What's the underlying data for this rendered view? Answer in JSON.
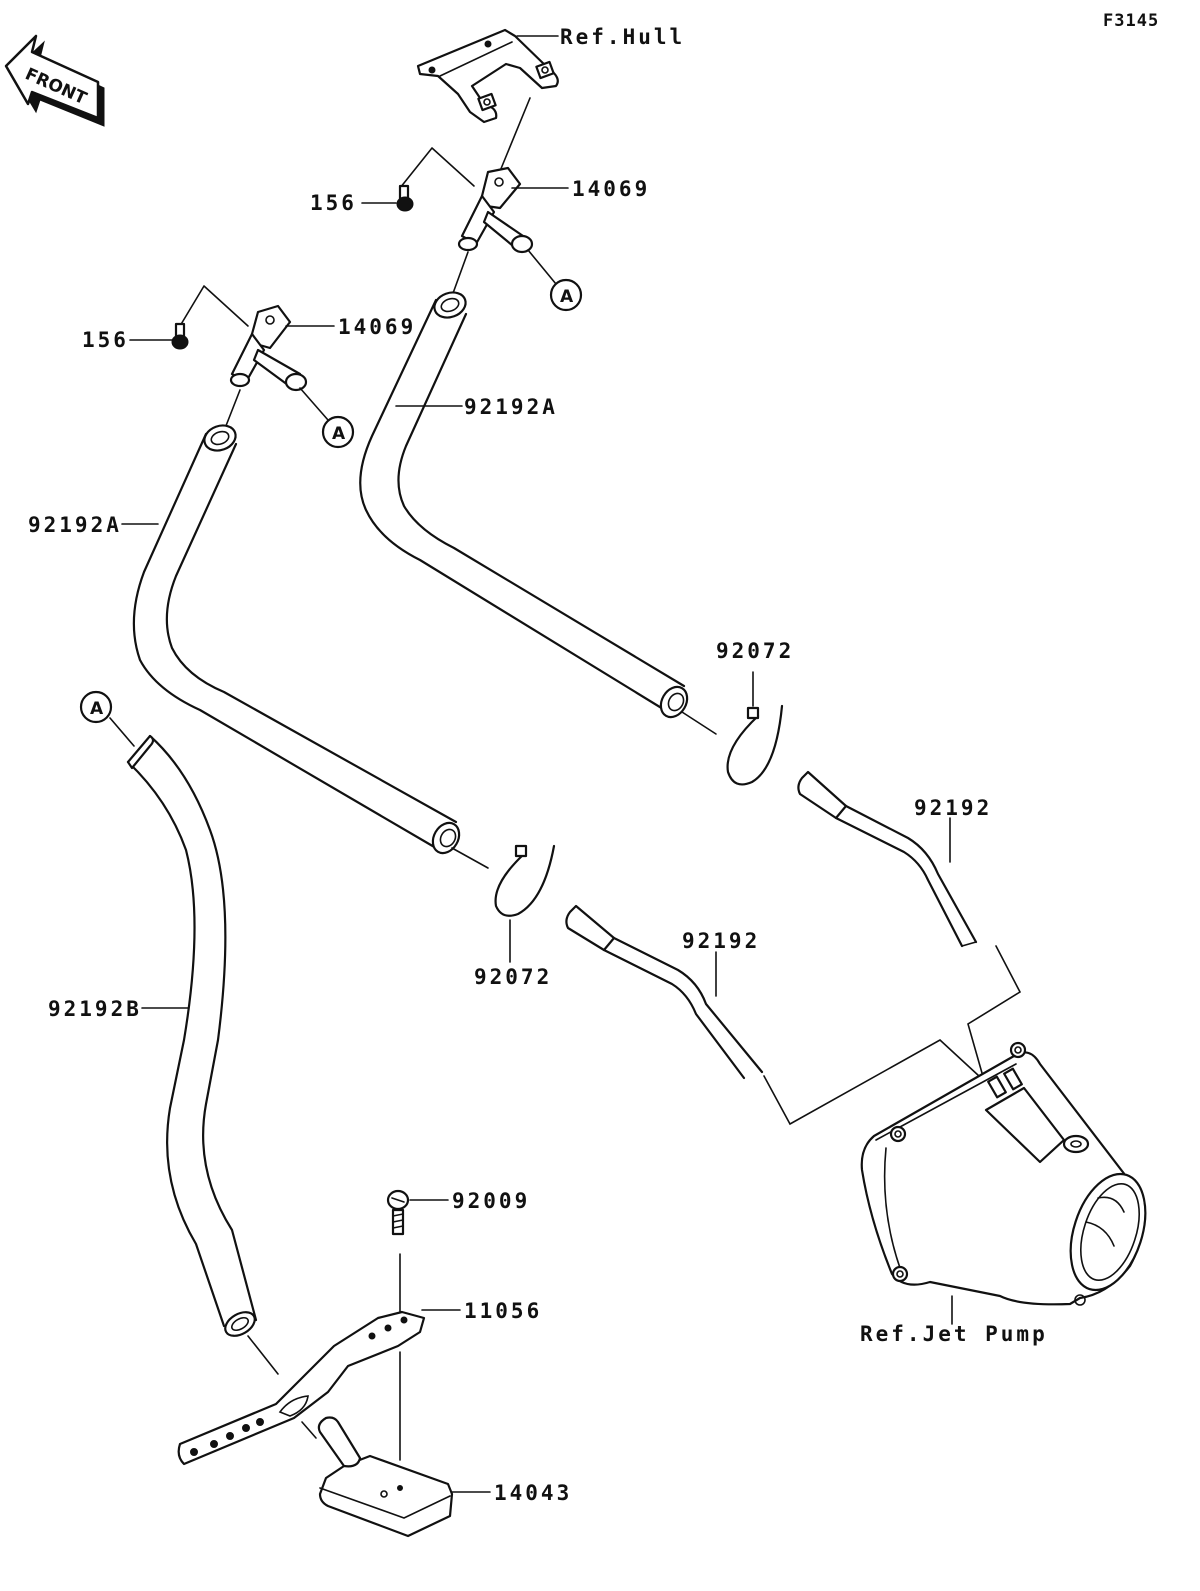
{
  "diagram": {
    "code": "F3145",
    "orientation": "FRONT",
    "references": {
      "hull": "Ref.Hull",
      "jet_pump": "Ref.Jet Pump"
    },
    "connector_marker": "A",
    "parts": [
      {
        "id": "p1",
        "number": "14069",
        "description": "bypass outlet fitting (upper)"
      },
      {
        "id": "p2",
        "number": "156",
        "description": "screw (upper)"
      },
      {
        "id": "p3",
        "number": "14069",
        "description": "bypass outlet fitting (left)"
      },
      {
        "id": "p4",
        "number": "156",
        "description": "screw (left)"
      },
      {
        "id": "p5",
        "number": "92192A",
        "description": "hose (upper)"
      },
      {
        "id": "p6",
        "number": "92192A",
        "description": "hose (left)"
      },
      {
        "id": "p7",
        "number": "92072",
        "description": "band (upper)"
      },
      {
        "id": "p8",
        "number": "92072",
        "description": "band (lower)"
      },
      {
        "id": "p9",
        "number": "92192",
        "description": "hose to jet pump (upper)"
      },
      {
        "id": "p10",
        "number": "92192",
        "description": "hose to jet pump (lower)"
      },
      {
        "id": "p11",
        "number": "92192B",
        "description": "hose to strainer"
      },
      {
        "id": "p12",
        "number": "92009",
        "description": "screw"
      },
      {
        "id": "p13",
        "number": "11056",
        "description": "bracket"
      },
      {
        "id": "p14",
        "number": "14043",
        "description": "strainer"
      }
    ]
  }
}
